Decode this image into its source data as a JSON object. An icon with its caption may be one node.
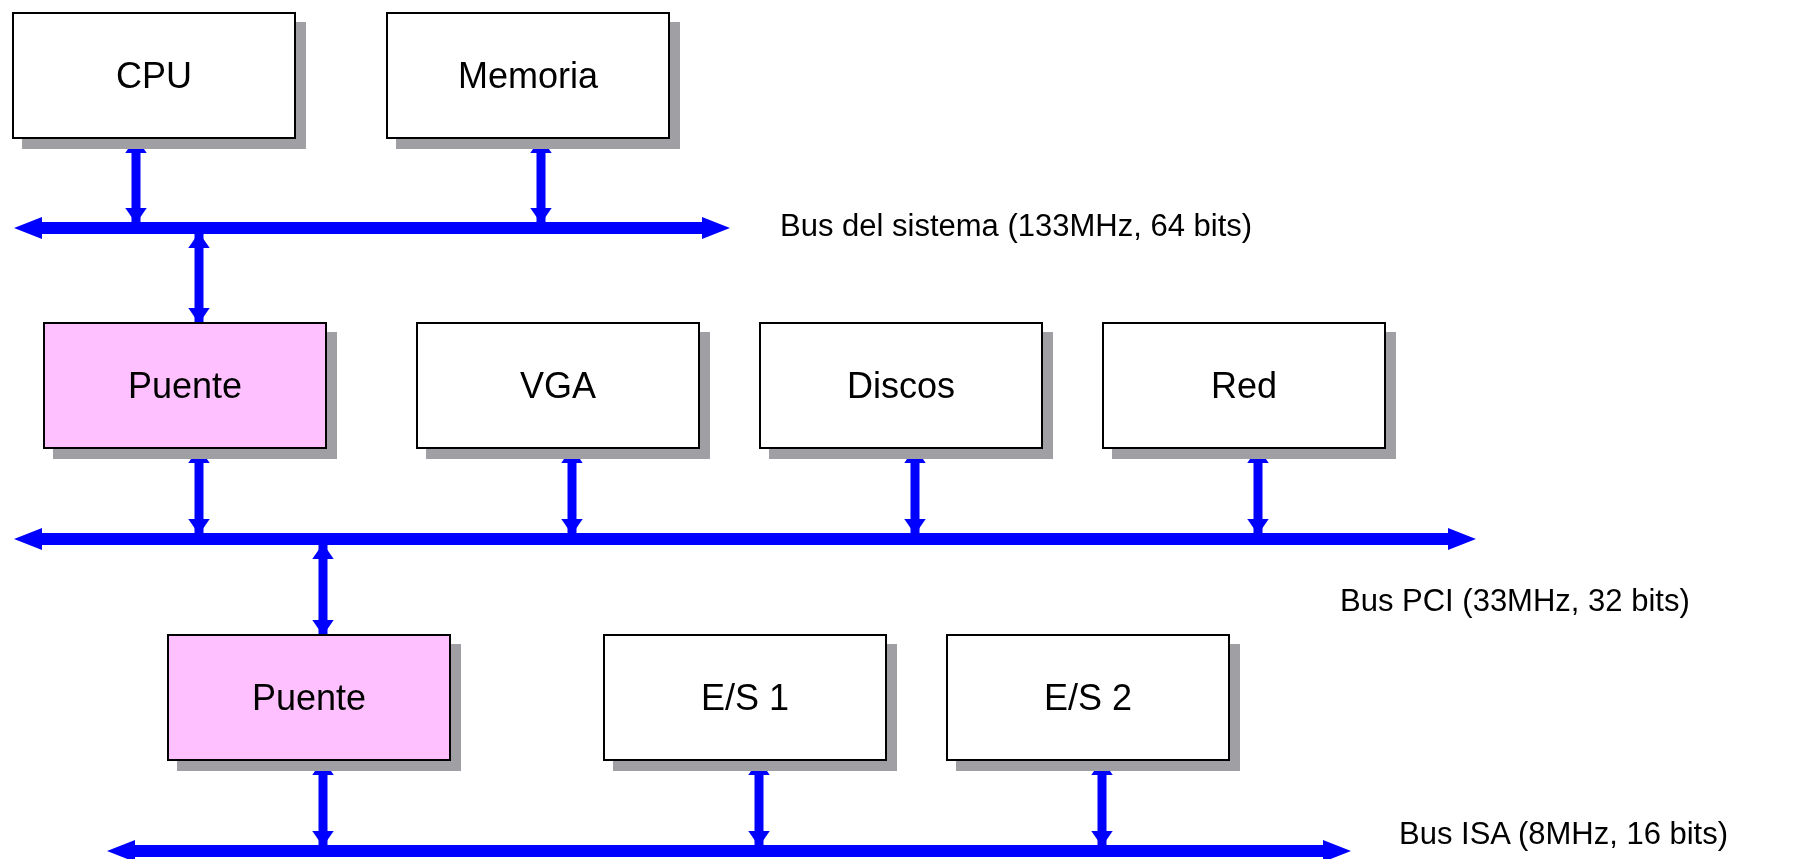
{
  "diagram": {
    "nodes": [
      {
        "text": [
          "CPU"
        ]
      },
      {
        "text": [
          "Memoria"
        ]
      },
      {
        "text": [],
        "shape": "bar",
        "beside": [
          "Bus del sistema (133MHz, 64 bits)"
        ]
      },
      {
        "text": [
          "Puente"
        ]
      },
      {
        "text": [
          "VGA"
        ]
      },
      {
        "text": [
          "Discos"
        ]
      },
      {
        "text": [
          "Red"
        ]
      },
      {
        "text": [],
        "shape": "bar",
        "beside": [
          "Bus PCI (33MHz, 32 bits)"
        ]
      },
      {
        "text": [
          "Puente"
        ]
      },
      {
        "text": [
          "E/S 1"
        ]
      },
      {
        "text": [
          "E/S 2"
        ]
      },
      {
        "text": [],
        "shape": "bar",
        "beside": [
          "Bus ISA (8MHz, 16 bits)"
        ]
      }
    ],
    "edges": [
      {
        "from": 0,
        "to": 2,
        "arrow": "both"
      },
      {
        "from": 1,
        "to": 2,
        "arrow": "both"
      },
      {
        "from": 2,
        "to": 3,
        "arrow": "both"
      },
      {
        "from": 3,
        "to": 7,
        "arrow": "both"
      },
      {
        "from": 4,
        "to": 7,
        "arrow": "both"
      },
      {
        "from": 5,
        "to": 7,
        "arrow": "both"
      },
      {
        "from": 6,
        "to": 7,
        "arrow": "both"
      },
      {
        "from": 7,
        "to": 8,
        "arrow": "both"
      },
      {
        "from": 8,
        "to": 11,
        "arrow": "both"
      },
      {
        "from": 9,
        "to": 11,
        "arrow": "both"
      },
      {
        "from": 10,
        "to": 11,
        "arrow": "both"
      }
    ]
  }
}
